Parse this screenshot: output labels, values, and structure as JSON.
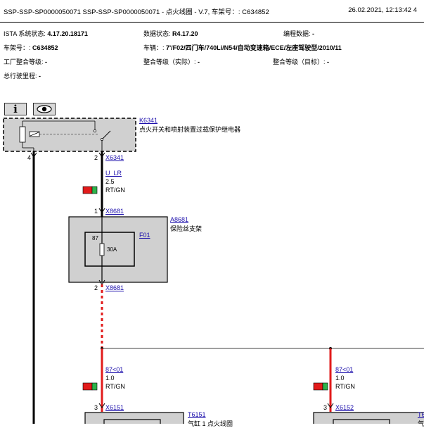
{
  "header": {
    "title": "SSP-SSP-SP0000050071 SSP-SSP-SP0000050071 - 点火线圈 - V.7, 车架号：: C634852",
    "datetime": "26.02.2021, 12:13:42 4"
  },
  "info": {
    "ista_label": "ISTA 系统状态: ",
    "ista_value": "4.17.20.18171",
    "data_label": "数据状态: ",
    "data_value": "R4.17.20",
    "prog_label": "编程数据: ",
    "prog_value": "-",
    "vin_label": "车架号：: ",
    "vin_value": "C634852",
    "vehicle_label": "车辆：: ",
    "vehicle_value": "7'/F02/四门车/740Li/N54/自动变速箱/ECE/左座驾驶型/2010/11",
    "factory_label": "工厂整合等级: ",
    "factory_value": "-",
    "actual_label": "整合等级（实际）: ",
    "actual_value": "-",
    "target_label": "整合等级（目标）: ",
    "target_value": "-",
    "mileage_label": "总行驶里程: ",
    "mileage_value": "-"
  },
  "toolbar": {
    "info_label": "i"
  },
  "diagram": {
    "relay": {
      "id": "K6341",
      "name": "点火开关和喷射装置过载保护继电器"
    },
    "pin4": "4",
    "pin2": "2",
    "x6341": "X6341",
    "wire1": {
      "name": "U_LR",
      "size": "2.5",
      "color": "RT/GN"
    },
    "pin1": "1",
    "x8681a": "X8681",
    "fusebox": {
      "id": "A8681",
      "name": "保险丝支架"
    },
    "fuse": {
      "id": "F01",
      "pin": "87",
      "rating": "30A"
    },
    "pin2b": "2",
    "x8681b": "X8681",
    "wire2": {
      "name": "87<01",
      "size": "1.0",
      "color": "RT/GN"
    },
    "pin3a": "3",
    "x6151": "X6151",
    "coil1": {
      "id": "T6151",
      "name": "气缸 1 点火线圈"
    },
    "wire3": {
      "name": "87<01",
      "size": "1.0",
      "color": "RT/GN"
    },
    "pin3b": "3",
    "x6152": "X6152",
    "coil2_id": "T6",
    "coil2_name": "气"
  }
}
